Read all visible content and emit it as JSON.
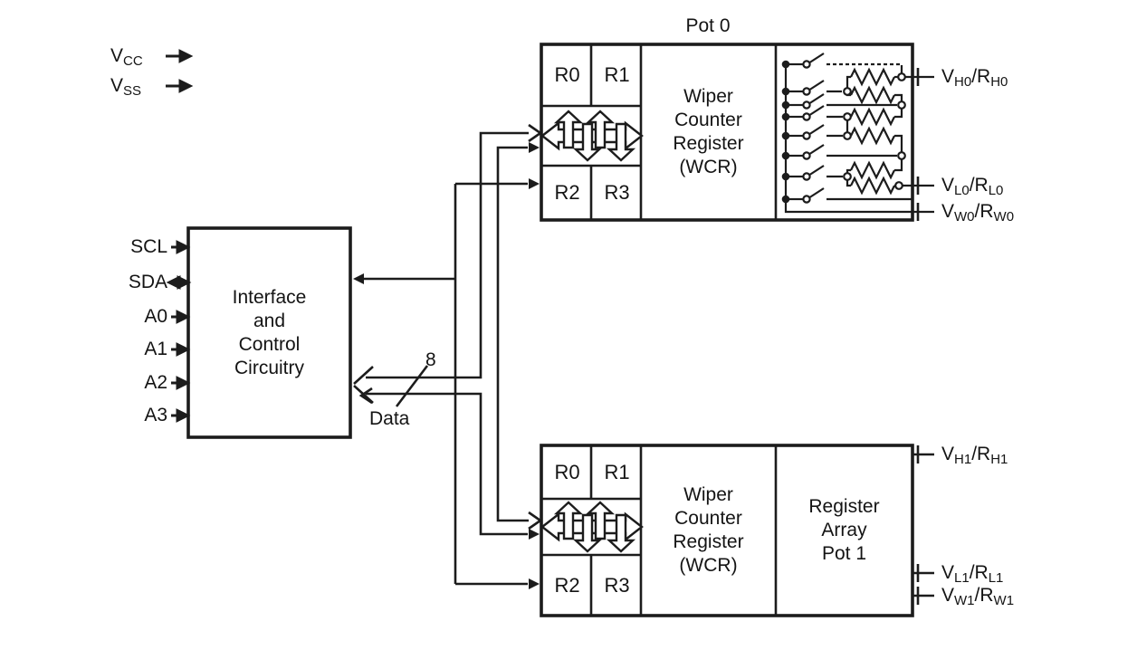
{
  "power": {
    "vcc": {
      "base": "V",
      "sub": "CC"
    },
    "vss": {
      "base": "V",
      "sub": "SS"
    }
  },
  "pins": {
    "scl": "SCL",
    "sda": "SDA",
    "a0": "A0",
    "a1": "A1",
    "a2": "A2",
    "a3": "A3"
  },
  "interface": {
    "label": "Interface\nand\nControl\nCircuitry"
  },
  "bus": {
    "width": "8",
    "name": "Data"
  },
  "pot0": {
    "title": "Pot 0",
    "r0": "R0",
    "r1": "R1",
    "r2": "R2",
    "r3": "R3",
    "wcr": "Wiper\nCounter\nRegister\n(WCR)"
  },
  "pot1": {
    "r0": "R0",
    "r1": "R1",
    "r2": "R2",
    "r3": "R3",
    "wcr": "Wiper\nCounter\nRegister\n(WCR)",
    "array": "Register\nArray\nPot 1"
  },
  "terminals": {
    "vh0": {
      "v": "V",
      "vsub": "H0",
      "sep": "/",
      "r": "R",
      "rsub": "H0"
    },
    "vl0": {
      "v": "V",
      "vsub": "L0",
      "sep": "/",
      "r": "R",
      "rsub": "L0"
    },
    "vw0": {
      "v": "V",
      "vsub": "W0",
      "sep": "/",
      "r": "R",
      "rsub": "W0"
    },
    "vh1": {
      "v": "V",
      "vsub": "H1",
      "sep": "/",
      "r": "R",
      "rsub": "H1"
    },
    "vl1": {
      "v": "V",
      "vsub": "L1",
      "sep": "/",
      "r": "R",
      "rsub": "L1"
    },
    "vw1": {
      "v": "V",
      "vsub": "W1",
      "sep": "/",
      "r": "R",
      "rsub": "W1"
    }
  }
}
